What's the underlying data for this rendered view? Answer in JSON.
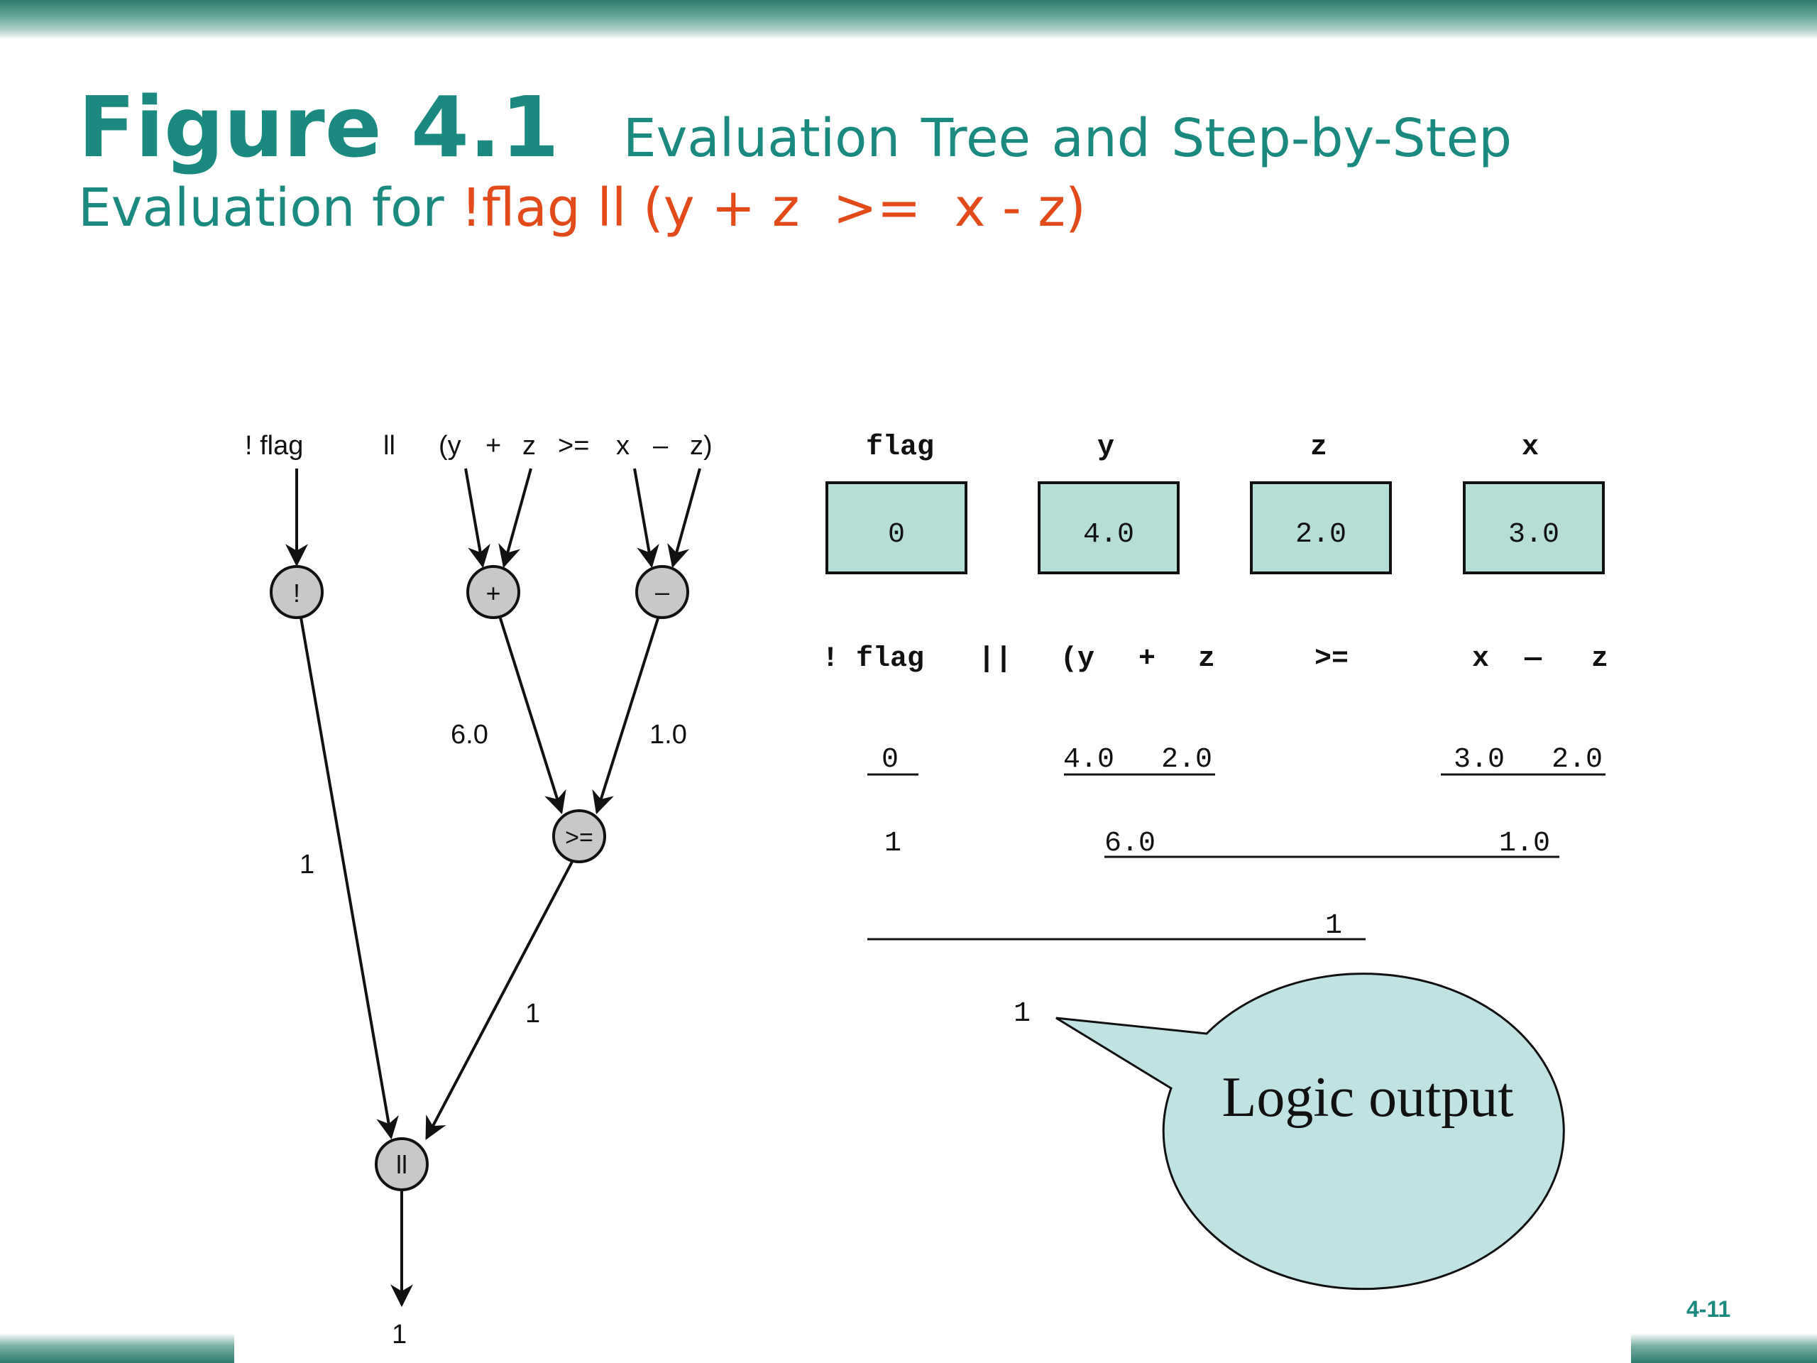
{
  "title": {
    "figure_label": "Figure 4.1",
    "caption_line1": "Evaluation Tree  and Step-by-Step",
    "caption_line2_prefix": "Evaluation for ",
    "expression": "!flag ll (y + z  >=  x - z)"
  },
  "tree": {
    "header_tokens": [
      "! flag",
      "ll",
      "(y",
      "+",
      "z",
      ">=",
      "x",
      "–",
      "z)"
    ],
    "nodes": {
      "not": "!",
      "plus": "+",
      "minus": "–",
      "ge": ">=",
      "or": "ll"
    },
    "edge_values": {
      "plus_out": "6.0",
      "minus_out": "1.0",
      "not_out": "1",
      "ge_out": "1",
      "result": "1"
    }
  },
  "variables": [
    {
      "name": "flag",
      "value": "0"
    },
    {
      "name": "y",
      "value": "4.0"
    },
    {
      "name": "z",
      "value": "2.0"
    },
    {
      "name": "x",
      "value": "3.0"
    }
  ],
  "steps": {
    "expression_tokens": [
      "! flag",
      "||",
      "(y",
      "+",
      "z",
      ">=",
      "x",
      "—",
      "z"
    ],
    "row1": [
      "0",
      "4.0",
      "2.0",
      "3.0",
      "2.0"
    ],
    "row2": [
      "1",
      "6.0",
      "1.0"
    ],
    "row3": [
      "1"
    ],
    "row4": [
      "1"
    ]
  },
  "callout": {
    "text": "Logic output"
  },
  "page_number": "4-11",
  "colors": {
    "title": "#1a8a80",
    "expression": "#e34a1a",
    "box_fill": "#b5dfd6",
    "node_fill": "#c8c8c8",
    "callout_fill": "#bfe2e3"
  }
}
